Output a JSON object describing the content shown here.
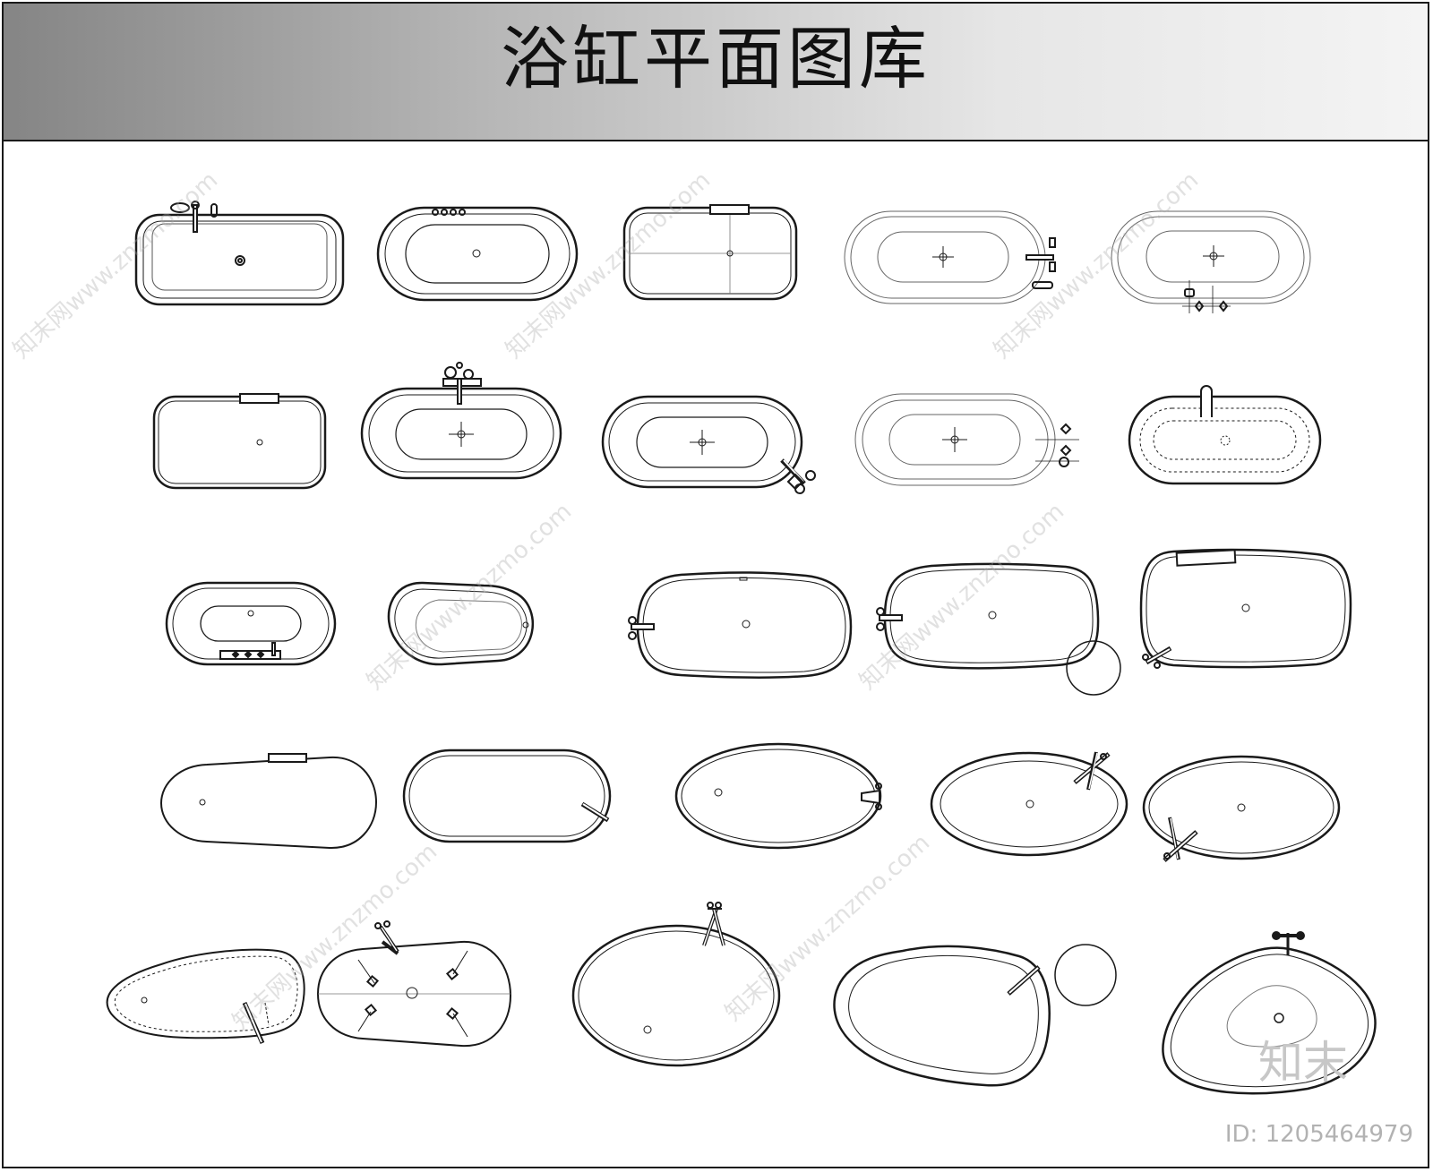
{
  "header": {
    "title": "浴缸平面图库"
  },
  "watermark": {
    "site_mark": "知末网www.znzmo.com",
    "logo": "知末",
    "id_label": "ID: 1205464979"
  },
  "colors": {
    "line": "#1a1a1a",
    "thin": "#555555",
    "header_dark": "#858585",
    "header_light": "#f4f4f4"
  }
}
